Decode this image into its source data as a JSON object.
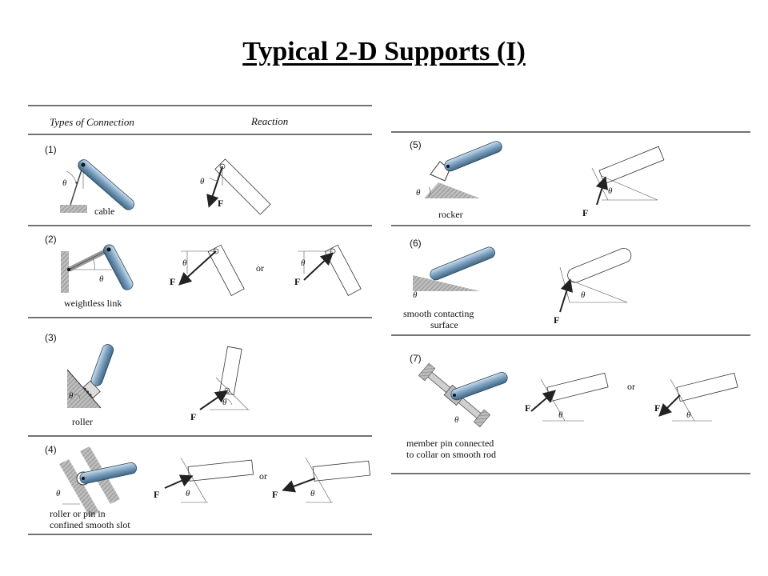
{
  "title": "Typical 2-D Supports (I)",
  "header": {
    "types": "Types of Connection",
    "reaction": "Reaction"
  },
  "theta": "θ",
  "force": "F",
  "or": "or",
  "items": [
    {
      "num": "(1)",
      "label": "cable"
    },
    {
      "num": "(2)",
      "label": "weightless link"
    },
    {
      "num": "(3)",
      "label": "roller"
    },
    {
      "num": "(4)",
      "label_line1": "roller or pin in",
      "label_line2": "confined smooth slot"
    },
    {
      "num": "(5)",
      "label": "rocker"
    },
    {
      "num": "(6)",
      "label_line1": "smooth contacting",
      "label_line2": "surface"
    },
    {
      "num": "(7)",
      "label_line1": "member pin connected",
      "label_line2": "to collar on smooth rod"
    }
  ],
  "colors": {
    "member": "#7fa3c2",
    "member_dark": "#3f6684",
    "ground": "#9a9a9a",
    "ink": "#222222"
  }
}
